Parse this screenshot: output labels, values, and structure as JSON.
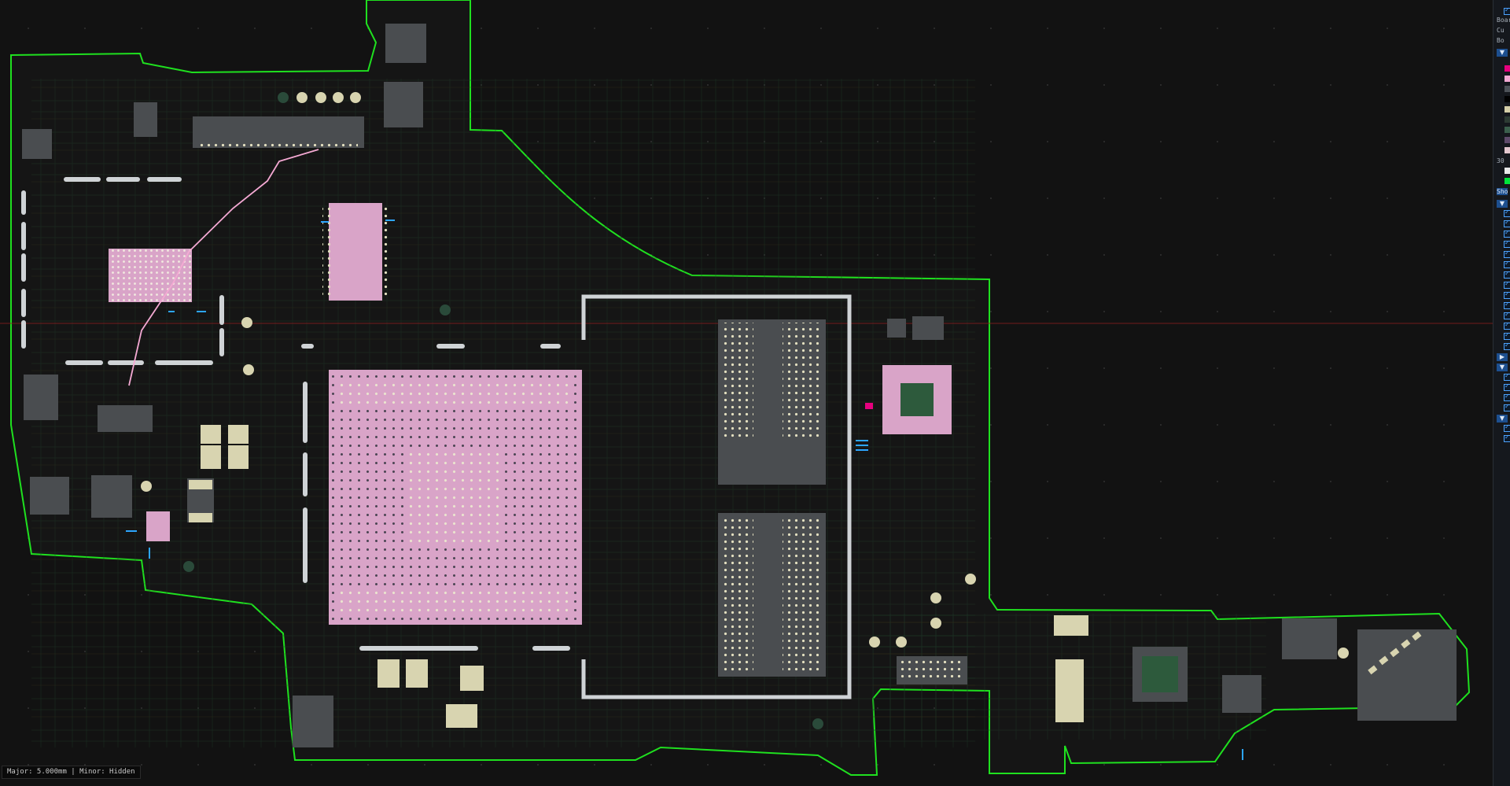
{
  "status_bar": {
    "grid_text": "Major: 5.000mm | Minor: Hidden"
  },
  "side_panel": {
    "board_label": "Boar",
    "sub_label_1": "Cu",
    "sub_label_2": "Bo",
    "count_label": "30",
    "show_label": "Sho",
    "layer_colors": [
      "#e6007e",
      "#f4a9d3",
      "#4d5258",
      "#000000",
      "#d5cfa8",
      "#2d3b33",
      "#3b5f4c",
      "#5e4a6a",
      "#e3c7ce",
      "#e9e9e9",
      "#00e43a"
    ]
  },
  "colors": {
    "background": "#121212",
    "board_outline": "#1fe01f",
    "pad_grey": "#4a4d50",
    "pad_cream": "#d8d4b0",
    "ic_pink": "#d9a4c8",
    "silk_white": "#cfd3d6",
    "trace_green": "#2a5a3a",
    "crosshair_red": "#8a1f1f",
    "marker_blue": "#2da6ff"
  },
  "icons": {
    "checkbox": "check-icon",
    "expand": "triangle-down-icon",
    "collapse": "triangle-right-icon"
  }
}
